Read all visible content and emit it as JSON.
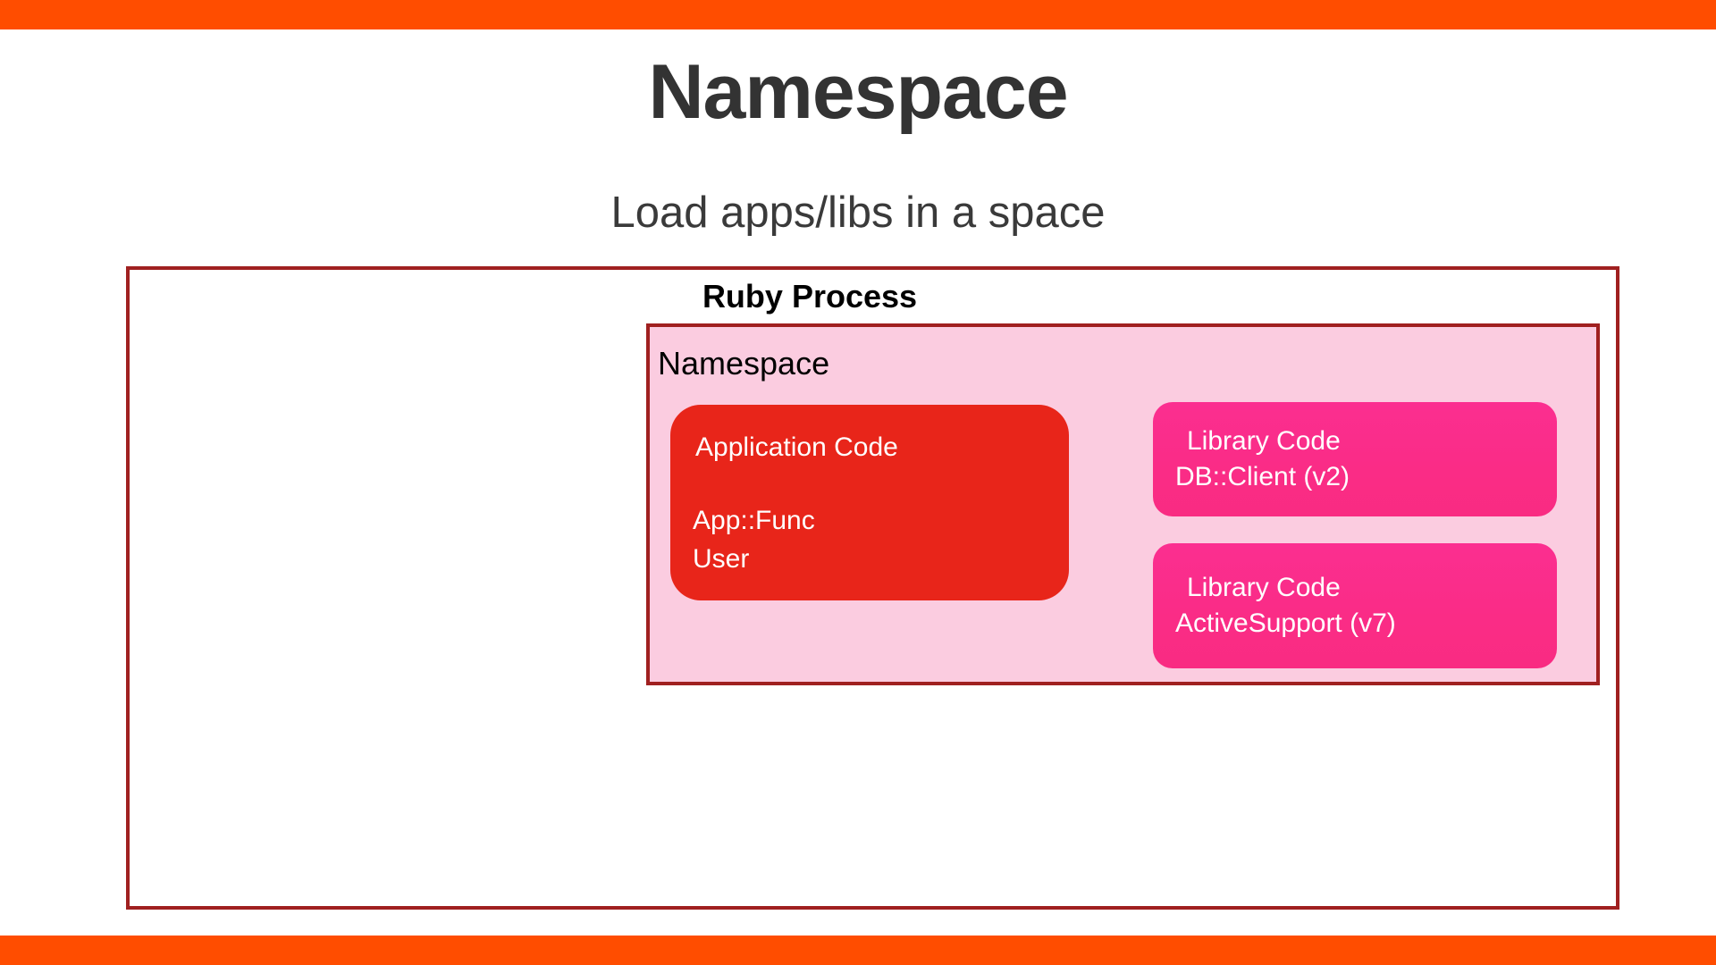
{
  "slide": {
    "title": "Namespace",
    "subtitle": "Load apps/libs in a space",
    "accent_bar_color": "#FF4D00",
    "title_color": "#333333"
  },
  "diagram": {
    "process_box": {
      "label": "Ruby Process",
      "border_color": "#A02020"
    },
    "namespace_box": {
      "label": "Namespace",
      "background_color": "#FBCCE0",
      "border_color": "#A02020"
    },
    "application_card": {
      "title": "Application Code",
      "items": "App::Func\nUser",
      "color": "#E8251A"
    },
    "library_cards": [
      {
        "title": "Library Code",
        "name": "DB::Client (v2)",
        "color": "#FA2D8A"
      },
      {
        "title": "Library Code",
        "name": "ActiveSupport (v7)",
        "color": "#FA2D8A"
      }
    ]
  }
}
